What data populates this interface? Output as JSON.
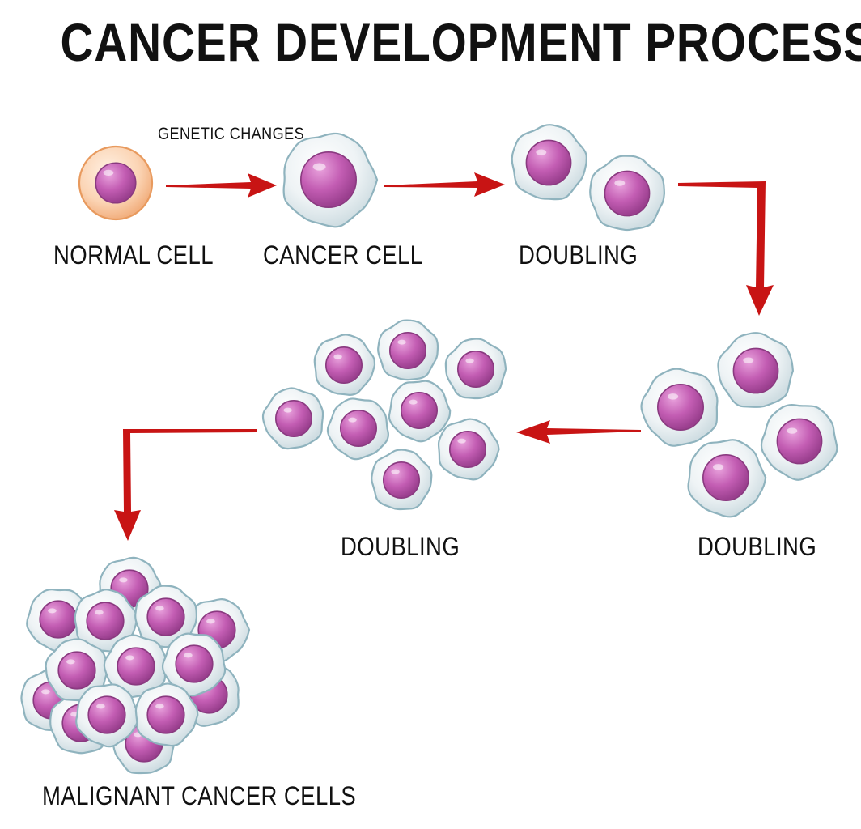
{
  "title": "CANCER DEVELOPMENT PROCESS",
  "labels": {
    "genetic_changes": "GENETIC CHANGES",
    "normal_cell": "NORMAL CELL",
    "cancer_cell": "CANCER CELL",
    "doubling_1": "DOUBLING",
    "doubling_2": "DOUBLING",
    "doubling_3": "DOUBLING",
    "malignant": "MALIGNANT CANCER CELLS"
  },
  "colors": {
    "arrow": "#c81414",
    "normal_cell_fill": "#f7c9a3",
    "normal_cell_outline": "#e89a5e",
    "cancer_cell_fill": "#e6edf0",
    "cancer_cell_outline": "#8fb3be",
    "nucleus_fill": "#c05db0",
    "nucleus_outline": "#8a3a80",
    "text": "#111111"
  },
  "stages": [
    {
      "name": "normal cell",
      "cell_count": 1
    },
    {
      "name": "cancer cell",
      "cell_count": 1
    },
    {
      "name": "doubling",
      "cell_count": 2
    },
    {
      "name": "doubling",
      "cell_count": 4
    },
    {
      "name": "doubling",
      "cell_count": 8
    },
    {
      "name": "malignant cancer cells",
      "cell_count": 16
    }
  ]
}
